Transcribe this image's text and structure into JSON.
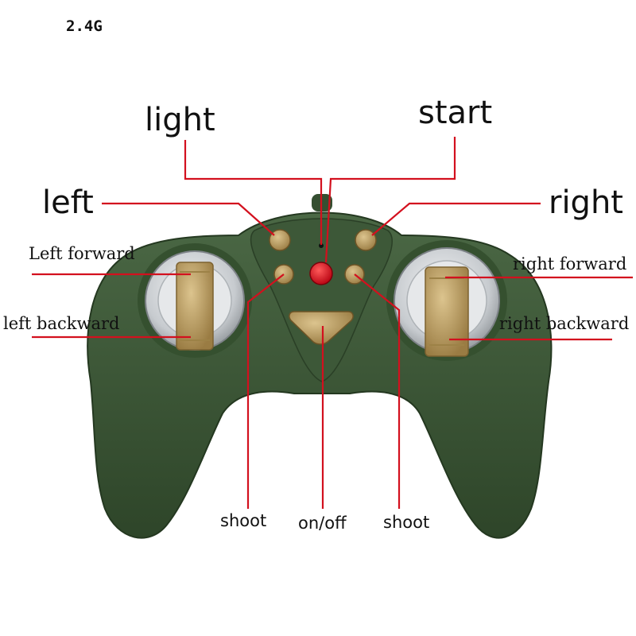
{
  "badge": "2.4G",
  "labels": {
    "light": "light",
    "start": "start",
    "left": "left",
    "right": "right",
    "left_forward": "Left forward",
    "left_backward": "left backward",
    "right_forward": "right forward",
    "right_backward": "right backward",
    "shoot_left": "shoot",
    "on_off": "on/off",
    "shoot_right": "shoot"
  },
  "colors": {
    "body": "#3f5a3a",
    "body_dark": "#2c4229",
    "button": "#b89a5c",
    "button_dark": "#8c7038",
    "red_button": "#e0122a",
    "leader": "#d3101e",
    "stick_ring": "#d9dcdf"
  }
}
